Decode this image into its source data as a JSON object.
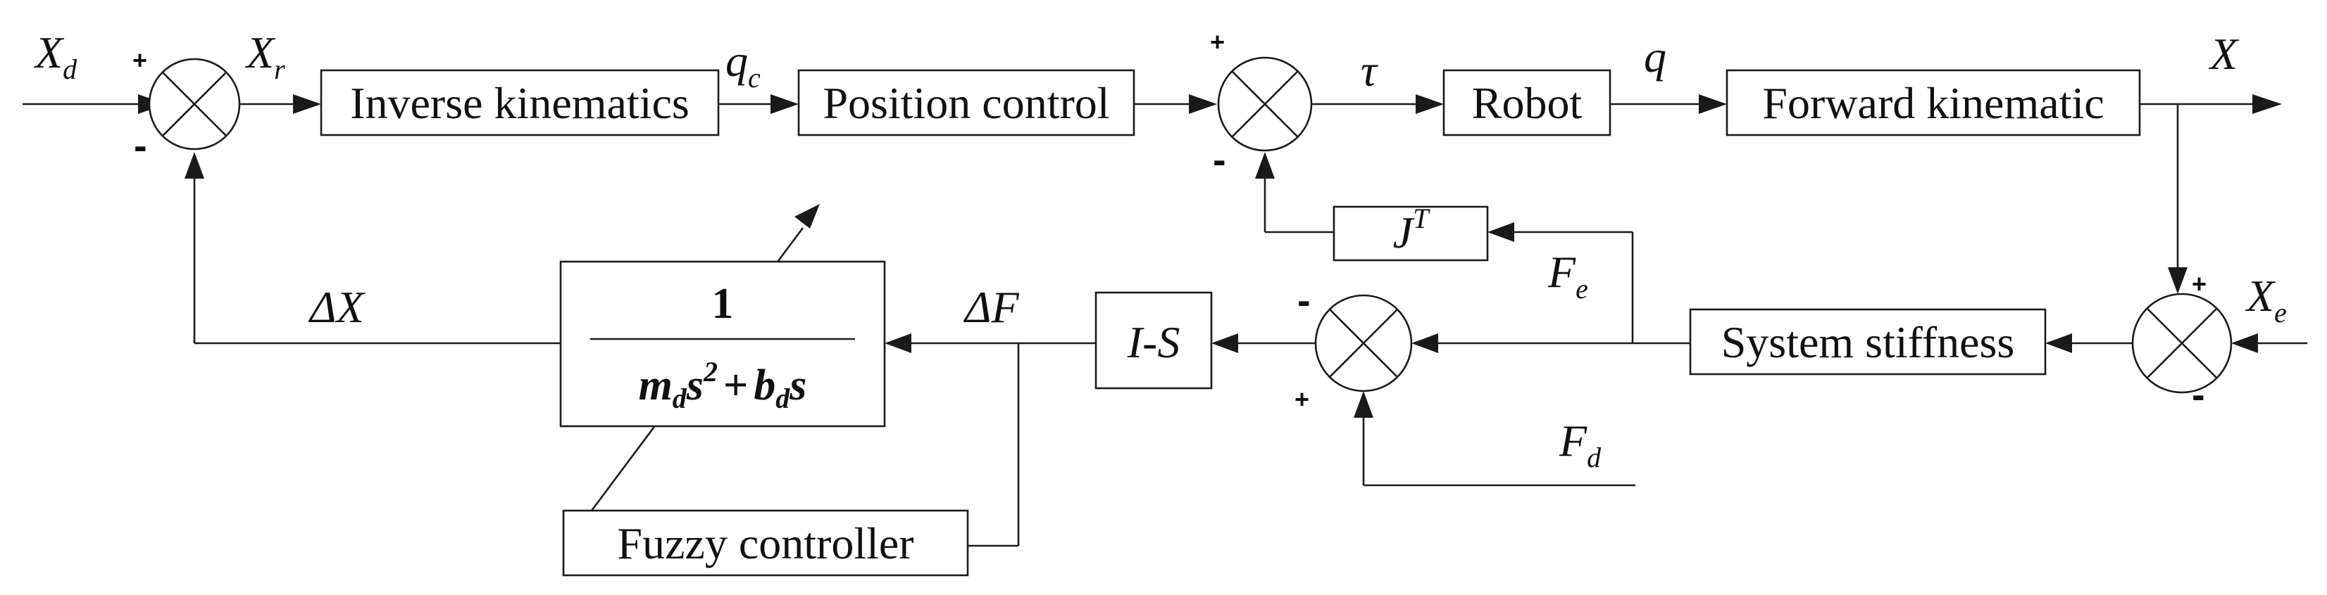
{
  "blocks": {
    "inverse_kinematics": "Inverse kinematics",
    "position_control": "Position control",
    "robot": "Robot",
    "forward_kinematic": "Forward kinematic",
    "system_stiffness": "System stiffness",
    "i_s": "I-S",
    "fuzzy_controller": "Fuzzy controller",
    "jacobian_transpose": {
      "base": "J",
      "sup": "T"
    },
    "admittance": {
      "numerator": "1",
      "m": "m",
      "m_sub": "d",
      "s2": "s",
      "exp": "2",
      "plus": "+",
      "b": "b",
      "b_sub": "d",
      "s": "s"
    }
  },
  "signals": {
    "xd": {
      "base": "X",
      "sub": "d"
    },
    "xr": {
      "base": "X",
      "sub": "r"
    },
    "qc": {
      "base": "q",
      "sub": "c"
    },
    "tau": "τ",
    "q": "q",
    "x": "X",
    "xe": {
      "base": "X",
      "sub": "e"
    },
    "fe": {
      "base": "F",
      "sub": "e"
    },
    "fd": {
      "base": "F",
      "sub": "d"
    },
    "delta_x": "ΔX",
    "delta_f": "ΔF"
  },
  "signs": {
    "plus": "+",
    "minus": "-"
  }
}
